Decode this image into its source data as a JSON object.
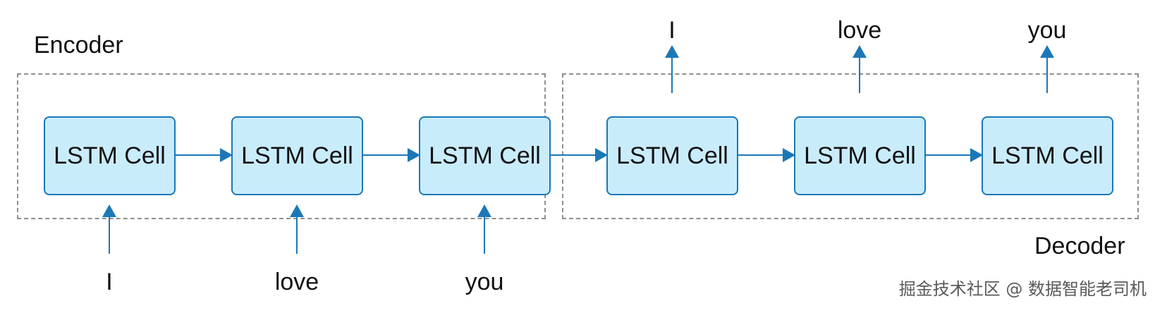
{
  "diagram": {
    "encoder_label": "Encoder",
    "decoder_label": "Decoder",
    "encoder_cells": [
      {
        "label": "LSTM Cell"
      },
      {
        "label": "LSTM Cell"
      },
      {
        "label": "LSTM Cell"
      }
    ],
    "decoder_cells": [
      {
        "label": "LSTM Cell"
      },
      {
        "label": "LSTM Cell"
      },
      {
        "label": "LSTM Cell"
      }
    ],
    "inputs": [
      "I",
      "love",
      "you"
    ],
    "outputs": [
      "I",
      "love",
      "you"
    ]
  },
  "watermark": "掘金技术社区 @ 数据智能老司机",
  "colors": {
    "cell_fill": "#c9ecfb",
    "cell_border": "#1b78b8",
    "arrow": "#1b78b8",
    "dashed_border": "#8f8f8f"
  }
}
